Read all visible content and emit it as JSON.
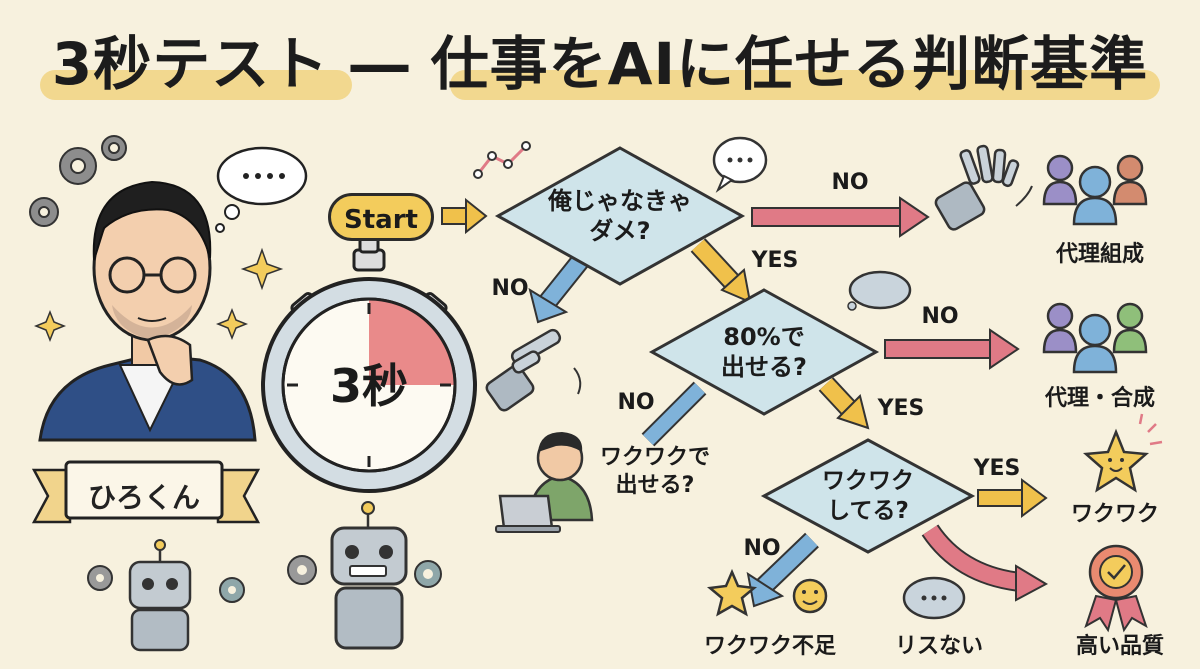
{
  "title": "3秒テスト ― 仕事をAIに任せる判断基準",
  "person_name": "ひろくん",
  "timer_label": "3秒",
  "start_label": "Start",
  "nodes": {
    "q1": {
      "line1": "俺じゃなきゃ",
      "line2": "ダメ?"
    },
    "q2": {
      "line1": "80%で",
      "line2": "出せる?"
    },
    "q3": {
      "line1": "ワクワク",
      "line2": "してる?"
    },
    "q_side": {
      "line1": "ワクワクで",
      "line2": "出せる?"
    }
  },
  "edges": {
    "q1_no_right": "NO",
    "q1_no_left": "NO",
    "q1_yes": "YES",
    "q2_no_right": "NO",
    "q2_no_left": "NO",
    "q2_yes": "YES",
    "q3_yes": "YES",
    "q3_no": "NO"
  },
  "outcomes": {
    "o1": "代理組成",
    "o2": "代理・合成",
    "o3": "ワクワク",
    "o4": "ワクワク不足",
    "o5": "リスない",
    "o6": "高い品質"
  },
  "colors": {
    "diamond_fill": "#cfe4ea",
    "no_arrow": "#e07a86",
    "yes_arrow": "#f0c14b",
    "no_left_arrow": "#7fb2d9",
    "accent_yellow": "#f2d88f"
  }
}
